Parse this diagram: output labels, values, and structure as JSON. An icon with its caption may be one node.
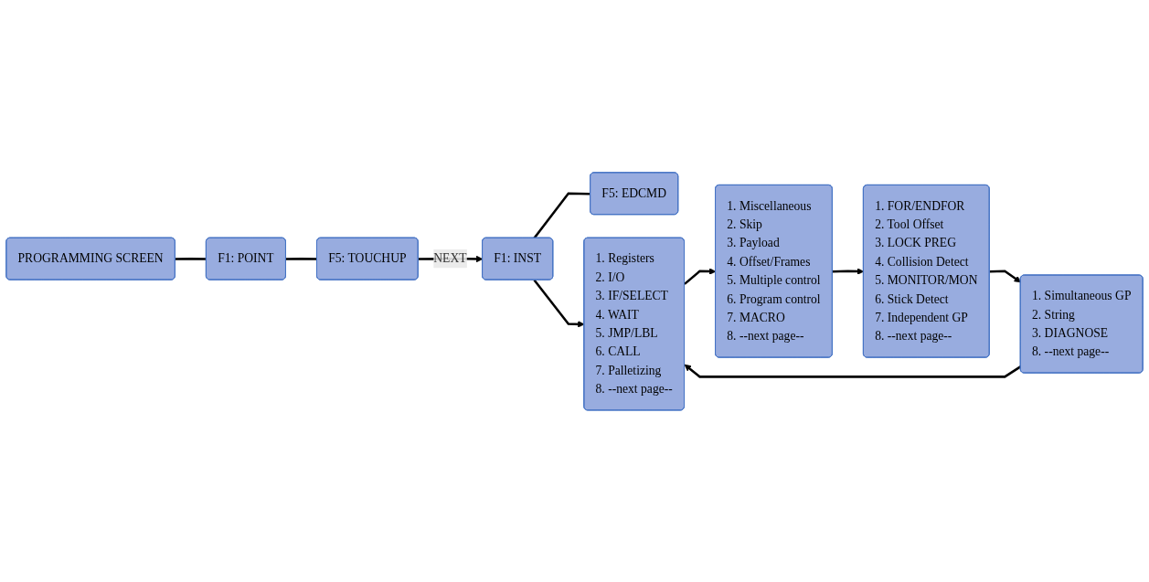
{
  "diagram": {
    "nodes": [
      {
        "text": [
          "PROGRAMMING SCREEN"
        ]
      },
      {
        "text": [
          "F1: POINT"
        ]
      },
      {
        "text": [
          "F5: TOUCHUP"
        ]
      },
      {
        "text": [
          "F1: INST"
        ]
      },
      {
        "text": [
          "F5: EDCMD"
        ]
      },
      {
        "text": [
          "1. Registers",
          "2. I/O",
          "3. IF/SELECT",
          "4. WAIT",
          "5. JMP/LBL",
          "6. CALL",
          "7. Palletizing",
          "8. --next page--"
        ]
      },
      {
        "text": [
          "1. Miscellaneous",
          "2. Skip",
          "3. Payload",
          "4. Offset/Frames",
          "5. Multiple control",
          "6. Program control",
          "7. MACRO",
          "8. --next page--"
        ]
      },
      {
        "text": [
          "1. FOR/ENDFOR",
          "2. Tool Offset",
          "3. LOCK PREG",
          "4. Collision Detect",
          "5. MONITOR/MON",
          "6. Stick Detect",
          "7. Independent GP",
          "8. --next page--"
        ]
      },
      {
        "text": [
          "1. Simultaneous GP",
          "2. String",
          "3. DIAGNOSE",
          "8. --next page--"
        ]
      }
    ],
    "edges": [
      {
        "from": 0,
        "to": 1,
        "arrow": "none"
      },
      {
        "from": 1,
        "to": 2,
        "arrow": "none"
      },
      {
        "from": 2,
        "to": 3,
        "arrow": "to",
        "label": "NEXT"
      },
      {
        "from": 3,
        "to": 4,
        "arrow": "none"
      },
      {
        "from": 3,
        "to": 5,
        "arrow": "to"
      },
      {
        "from": 5,
        "to": 6,
        "arrow": "to"
      },
      {
        "from": 6,
        "to": 7,
        "arrow": "to"
      },
      {
        "from": 7,
        "to": 8,
        "arrow": "to"
      },
      {
        "from": 8,
        "to": 5,
        "arrow": "to"
      }
    ]
  }
}
